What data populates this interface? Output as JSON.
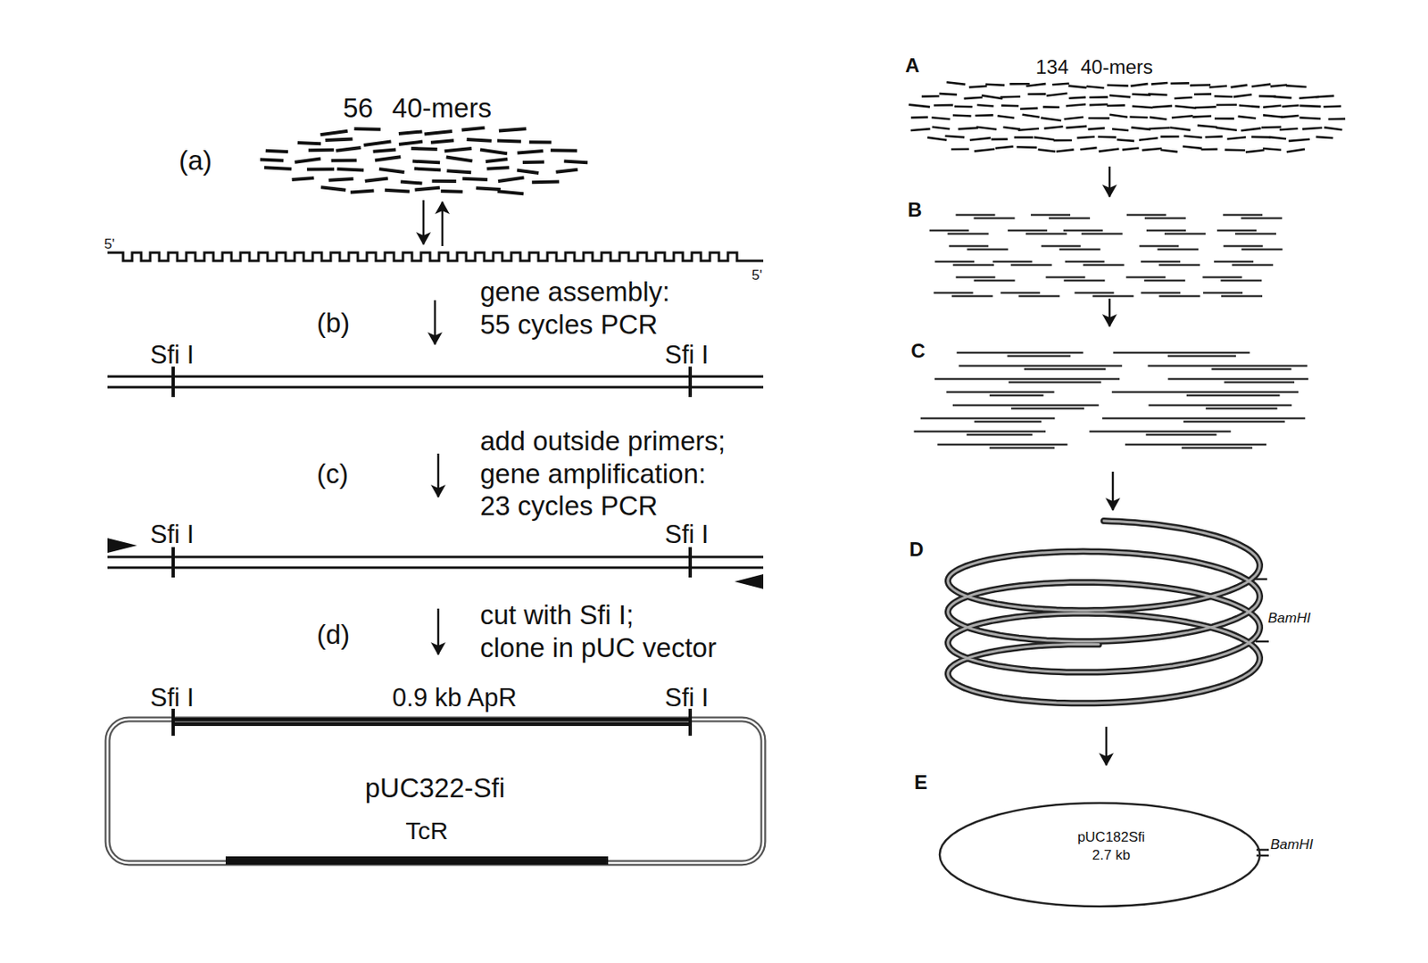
{
  "diagram": {
    "nodes": [
      {
        "text": [
          "pUC322-Sfi",
          "TcR"
        ]
      },
      {
        "text": [
          "pUC182Sfi",
          "2.7 kb"
        ]
      }
    ],
    "labels": [
      "(a)",
      "56 40-mers",
      "5'",
      "5'",
      "(b)",
      "gene assembly: 55 cycles PCR",
      "Sfi I",
      "Sfi I",
      "(c)",
      "add outside primers; gene amplification: 23 cycles PCR",
      "Sfi I",
      "Sfi I",
      "(d)",
      "cut with Sfi I; clone in pUC vector",
      "Sfi I",
      "0.9 kb ApR",
      "Sfi I",
      "A",
      "134 40-mers",
      "B",
      "C",
      "D",
      "BamHI",
      "E",
      "BamHI"
    ]
  }
}
